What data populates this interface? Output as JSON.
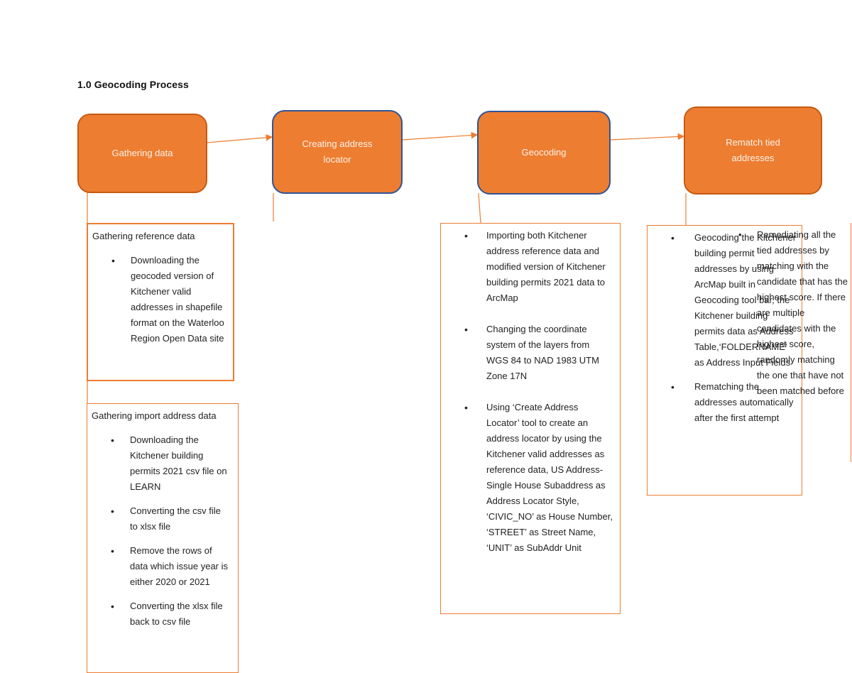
{
  "section_title": "1.0  Geocoding Process",
  "steps": [
    {
      "line1": "Gathering data",
      "line2": ""
    },
    {
      "line1": "Creating address",
      "line2": "locator"
    },
    {
      "line1": "Geocoding",
      "line2": ""
    },
    {
      "line1": "Rematch tied",
      "line2": "addresses"
    }
  ],
  "gather_reference": {
    "heading": "Gathering reference data",
    "items": [
      "Downloading the geocoded version of Kitchener valid addresses in shapefile format on the Waterloo Region Open Data site"
    ]
  },
  "gather_import": {
    "heading": "Gathering import address data",
    "items": [
      "Downloading the Kitchener building permits 2021 csv file on LEARN",
      "Converting the csv file to xlsx file",
      "Remove the rows of data which issue year is either 2020 or 2021",
      "Converting the xlsx file back to csv file"
    ]
  },
  "geocoding_notes": {
    "items": [
      "Importing both Kitchener address reference data and modified version of Kitchener building permits 2021 data to ArcMap",
      "Changing the coordinate system of the layers from WGS 84 to NAD 1983 UTM Zone 17N",
      "Using ‘Create Address Locator’ tool to create an address locator by using the Kitchener valid addresses as reference data, US Address-Single House Subaddress as Address Locator Style, ‘CIVIC_NO’ as House Number, ‘STREET’ as Street Name, ‘UNIT’ as SubAddr Unit"
    ]
  },
  "rematch_notes": {
    "items": [
      "Geocoding the Kitchener building permit addresses by using ArcMap built in Geocoding tool bar, the Kitchener building permits data as Address Table,‘FOLDERNAME’ as Address Input Fields",
      "Rematching the addresses automatically after the first attempt"
    ],
    "overlap_item": "Remediating all the tied addresses by matching with the candidate that has the highest score. If there are multiple candidates with the highest score, randomly matching the one that have not been matched before"
  },
  "colors": {
    "accent": "#ED7D31",
    "step_border_orange": "#C55A11",
    "step_border_blue": "#2F5597"
  }
}
